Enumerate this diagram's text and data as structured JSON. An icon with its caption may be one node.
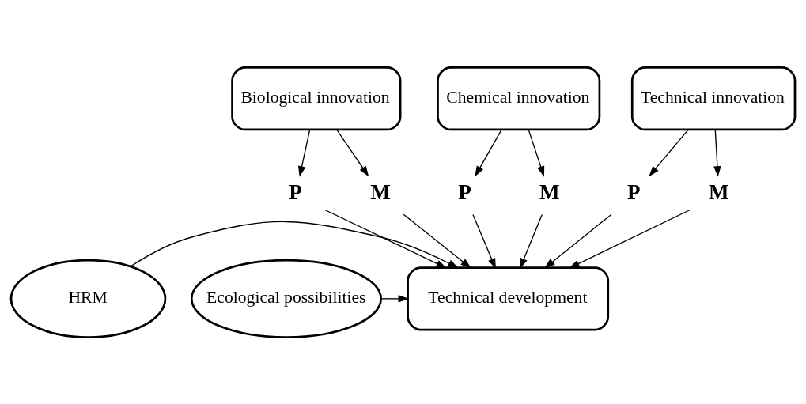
{
  "diagram": {
    "nodes": [
      {
        "text": [
          "Biological innovation"
        ]
      },
      {
        "text": [
          "Chemical innovation"
        ]
      },
      {
        "text": [
          "Technical innovation"
        ]
      },
      {
        "text": [
          "P"
        ]
      },
      {
        "text": [
          "M"
        ]
      },
      {
        "text": [
          "P"
        ]
      },
      {
        "text": [
          "M"
        ]
      },
      {
        "text": [
          "P"
        ]
      },
      {
        "text": [
          "M"
        ]
      },
      {
        "text": [
          "Technical development"
        ]
      },
      {
        "text": [
          "HRM"
        ]
      },
      {
        "text": [
          "Ecological possibilities"
        ]
      }
    ],
    "edges": [
      {
        "from": 0,
        "to": 3,
        "arrow": "to"
      },
      {
        "from": 0,
        "to": 4,
        "arrow": "to"
      },
      {
        "from": 1,
        "to": 5,
        "arrow": "to"
      },
      {
        "from": 1,
        "to": 6,
        "arrow": "to"
      },
      {
        "from": 2,
        "to": 7,
        "arrow": "to"
      },
      {
        "from": 2,
        "to": 8,
        "arrow": "to"
      },
      {
        "from": 3,
        "to": 9,
        "arrow": "to"
      },
      {
        "from": 4,
        "to": 9,
        "arrow": "to"
      },
      {
        "from": 5,
        "to": 9,
        "arrow": "to"
      },
      {
        "from": 6,
        "to": 9,
        "arrow": "to"
      },
      {
        "from": 7,
        "to": 9,
        "arrow": "to"
      },
      {
        "from": 8,
        "to": 9,
        "arrow": "to"
      },
      {
        "from": 10,
        "to": 9,
        "arrow": "to"
      },
      {
        "from": 11,
        "to": 9,
        "arrow": "to"
      }
    ]
  }
}
